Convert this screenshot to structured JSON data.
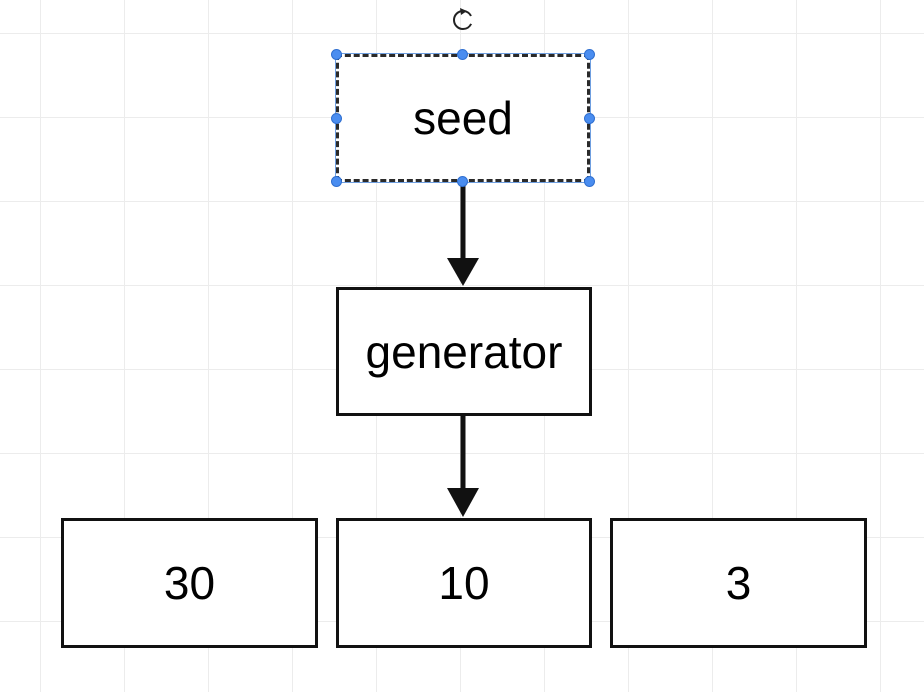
{
  "diagram": {
    "nodes": {
      "seed": {
        "label": "seed",
        "selected": true
      },
      "generator": {
        "label": "generator"
      },
      "outputs": [
        {
          "label": "30"
        },
        {
          "label": "10"
        },
        {
          "label": "3"
        }
      ]
    },
    "edges": [
      {
        "from": "seed",
        "to": "generator"
      },
      {
        "from": "generator",
        "to": "10"
      }
    ]
  },
  "colors": {
    "stroke": "#111111",
    "selection_handle": "#4a8df0",
    "grid": "#ececec",
    "background": "#ffffff"
  },
  "icons": {
    "rotate": "rotate-icon"
  }
}
